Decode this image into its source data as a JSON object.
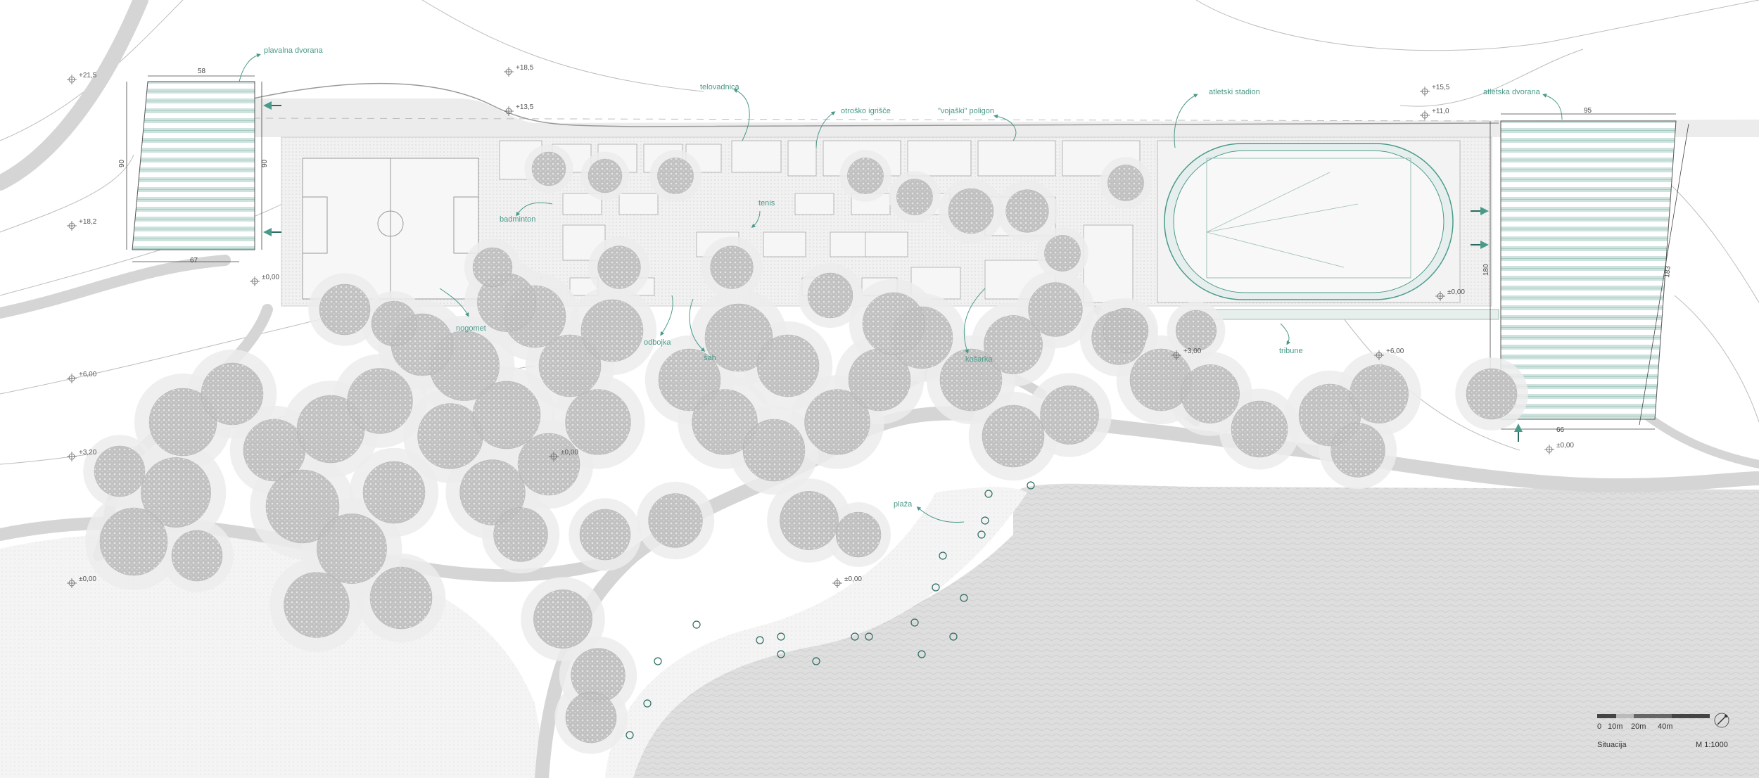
{
  "colors": {
    "accent": "#4a9a8a",
    "accent_dark": "#2a6a60",
    "tree": "#c2c2c2",
    "path": "#d6d6d6",
    "sea": "#dcdcdc",
    "court": "#eeeeee"
  },
  "labels": {
    "swimming_hall": "plavalna dvorana",
    "gym": "telovadnica",
    "playground": "otroško igrišče",
    "military_polygon": "\"vojaški\" poligon",
    "stadium": "atletski stadion",
    "athletics_hall": "atletska dvorana",
    "badminton": "badminton",
    "tennis": "tenis",
    "football": "nogomet",
    "volleyball": "odbojka",
    "chess": "šah",
    "basketball": "košarka",
    "stands": "tribune",
    "beach": "plaža"
  },
  "elevations": {
    "e1": "+21,5",
    "e2": "+18,5",
    "e3": "+13,5",
    "e4": "+18,2",
    "e5": "±0,00",
    "e6": "+6,00",
    "e7": "+3,20",
    "e8": "±0,00",
    "e9": "±0,00",
    "e10": "±0,00",
    "e11": "+15,5",
    "e12": "+11,0",
    "e13": "±0,00",
    "e14": "+3,00",
    "e15": "+6,00",
    "e16": "±0,00"
  },
  "dimensions": {
    "d58": "58",
    "d90a": "90",
    "d90b": "90",
    "d67": "67",
    "d95": "95",
    "d180": "180",
    "d183": "183",
    "d66": "66"
  },
  "legend": {
    "scale_ticks": [
      "0",
      "10m",
      "20m",
      "40m"
    ],
    "title": "Situacija",
    "scale": "M 1:1000"
  }
}
